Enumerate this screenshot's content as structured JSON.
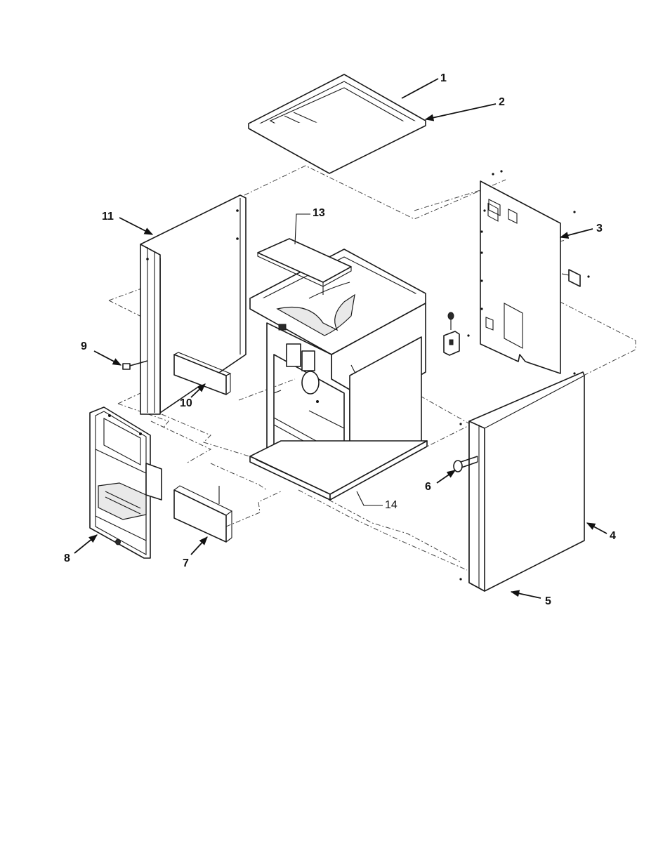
{
  "callouts": [
    {
      "id": "1",
      "label": "1"
    },
    {
      "id": "2",
      "label": "2"
    },
    {
      "id": "3",
      "label": "3"
    },
    {
      "id": "4",
      "label": "4"
    },
    {
      "id": "5",
      "label": "5"
    },
    {
      "id": "6",
      "label": "6"
    },
    {
      "id": "7",
      "label": "7"
    },
    {
      "id": "8",
      "label": "8"
    },
    {
      "id": "9",
      "label": "9"
    },
    {
      "id": "10",
      "label": "10"
    },
    {
      "id": "11",
      "label": "11"
    },
    {
      "id": "13",
      "label": "13"
    },
    {
      "id": "14",
      "label": "14"
    }
  ]
}
